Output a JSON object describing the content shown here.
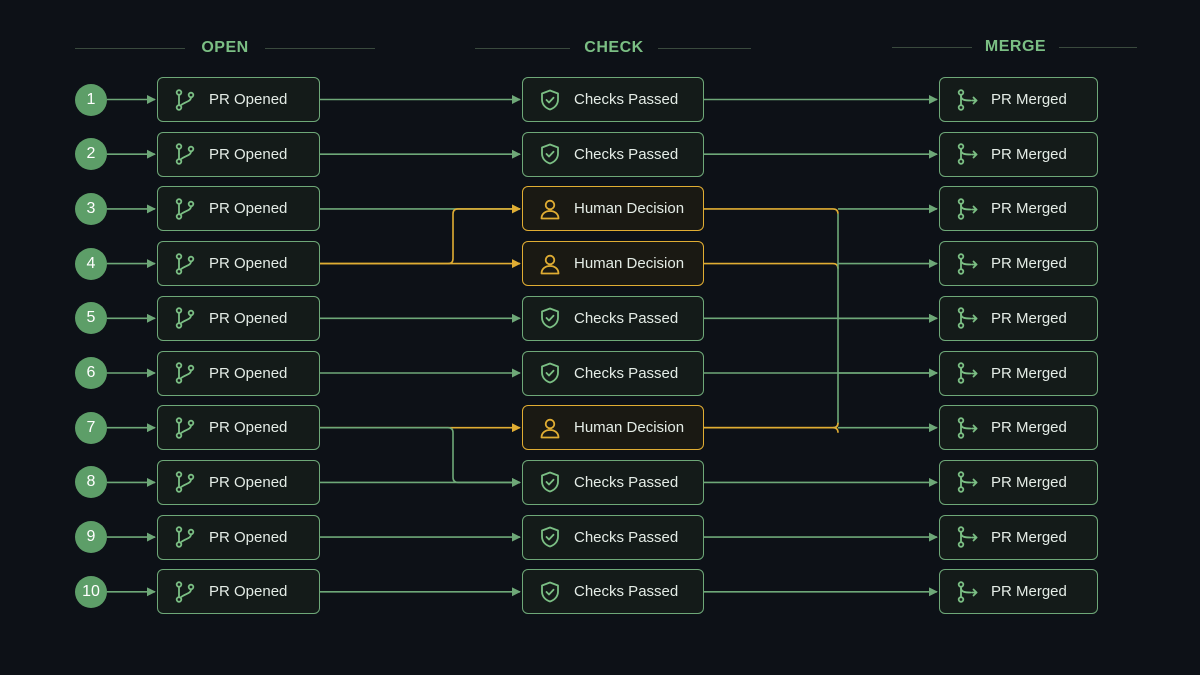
{
  "columns": {
    "open": "OPEN",
    "check": "CHECK",
    "merge": "MERGE"
  },
  "colors": {
    "green": "#6ea878",
    "amber": "#e0ad33",
    "badge": "#5d9e68",
    "background": "#0d1117"
  },
  "rows": [
    {
      "number": "1",
      "open": "PR Opened",
      "check": "Checks Passed",
      "check_type": "passed",
      "merge": "PR Merged"
    },
    {
      "number": "2",
      "open": "PR Opened",
      "check": "Checks Passed",
      "check_type": "passed",
      "merge": "PR Merged"
    },
    {
      "number": "3",
      "open": "PR Opened",
      "check": "Human Decision",
      "check_type": "human",
      "merge": "PR Merged"
    },
    {
      "number": "4",
      "open": "PR Opened",
      "check": "Human Decision",
      "check_type": "human",
      "merge": "PR Merged"
    },
    {
      "number": "5",
      "open": "PR Opened",
      "check": "Checks Passed",
      "check_type": "passed",
      "merge": "PR Merged"
    },
    {
      "number": "6",
      "open": "PR Opened",
      "check": "Checks Passed",
      "check_type": "passed",
      "merge": "PR Merged"
    },
    {
      "number": "7",
      "open": "PR Opened",
      "check": "Human Decision",
      "check_type": "human",
      "merge": "PR Merged"
    },
    {
      "number": "8",
      "open": "PR Opened",
      "check": "Checks Passed",
      "check_type": "passed",
      "merge": "PR Merged"
    },
    {
      "number": "9",
      "open": "PR Opened",
      "check": "Checks Passed",
      "check_type": "passed",
      "merge": "PR Merged"
    },
    {
      "number": "10",
      "open": "PR Opened",
      "check": "Checks Passed",
      "check_type": "passed",
      "merge": "PR Merged"
    }
  ],
  "edges": [
    {
      "from": "open-1",
      "to": "check-1",
      "color": "green"
    },
    {
      "from": "open-2",
      "to": "check-2",
      "color": "green"
    },
    {
      "from": "open-3",
      "to": "check-3",
      "color": "green"
    },
    {
      "from": "open-4",
      "to": "check-3",
      "color": "amber"
    },
    {
      "from": "open-4",
      "to": "check-4",
      "color": "amber"
    },
    {
      "from": "open-5",
      "to": "check-5",
      "color": "green"
    },
    {
      "from": "open-6",
      "to": "check-6",
      "color": "green"
    },
    {
      "from": "open-7",
      "to": "check-7",
      "color": "amber"
    },
    {
      "from": "open-7",
      "to": "check-8",
      "color": "green"
    },
    {
      "from": "open-8",
      "to": "check-8",
      "color": "green"
    },
    {
      "from": "open-9",
      "to": "check-9",
      "color": "green"
    },
    {
      "from": "open-10",
      "to": "check-10",
      "color": "green"
    },
    {
      "from": "check-1",
      "to": "merge-1",
      "color": "green"
    },
    {
      "from": "check-2",
      "to": "merge-2",
      "color": "green"
    },
    {
      "from": "check-3",
      "to": "merge-3",
      "color": "amber"
    },
    {
      "from": "check-4",
      "to": "merge-4",
      "color": "amber"
    },
    {
      "from": "check-7",
      "to": "merge-7",
      "color": "amber"
    },
    {
      "from": "check-5",
      "to": "merge-5",
      "color": "green"
    },
    {
      "from": "check-6",
      "to": "merge-6",
      "color": "green"
    },
    {
      "from": "check-8",
      "to": "merge-8",
      "color": "green"
    },
    {
      "from": "check-9",
      "to": "merge-9",
      "color": "green"
    },
    {
      "from": "check-10",
      "to": "merge-10",
      "color": "green"
    }
  ]
}
